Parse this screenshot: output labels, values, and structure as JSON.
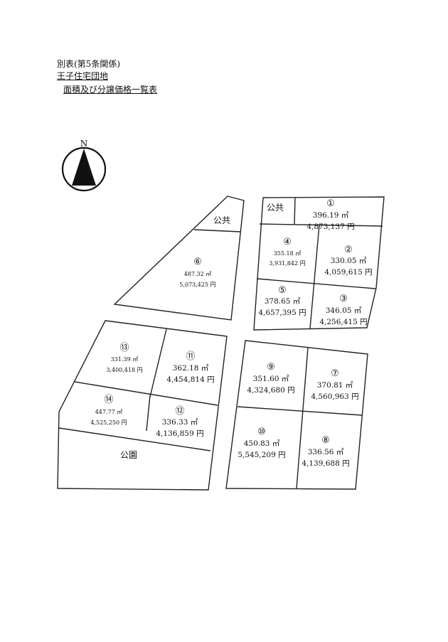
{
  "header": {
    "annex": "別表(第5条関係)",
    "estate_name": "王子住宅団地",
    "subtitle": "面積及び分譲価格一覧表"
  },
  "compass": {
    "label": "N"
  },
  "areas": {
    "public1": "公共",
    "public2": "公共",
    "park": "公園"
  },
  "lots": [
    {
      "no": "①",
      "area": "396.19 ㎡",
      "price": "4,873,137 円"
    },
    {
      "no": "②",
      "area": "330.05 ㎡",
      "price": "4,059,615 円"
    },
    {
      "no": "③",
      "area": "346.05 ㎡",
      "price": "4,256,415 円"
    },
    {
      "no": "④",
      "area": "355.18 ㎡",
      "price": "3,931,842 円"
    },
    {
      "no": "⑤",
      "area": "378.65 ㎡",
      "price": "4,657,395 円"
    },
    {
      "no": "⑥",
      "area": "487.32 ㎡",
      "price": "5,073,425 円"
    },
    {
      "no": "⑦",
      "area": "370.81 ㎡",
      "price": "4,560,963 円"
    },
    {
      "no": "⑧",
      "area": "336.56 ㎡",
      "price": "4,139,688 円"
    },
    {
      "no": "⑨",
      "area": "351.60 ㎡",
      "price": "4,324,680 円"
    },
    {
      "no": "⑩",
      "area": "450.83 ㎡",
      "price": "5,545,209 円"
    },
    {
      "no": "⑪",
      "area": "362.18 ㎡",
      "price": "4,454,814 円"
    },
    {
      "no": "⑫",
      "area": "336.33 ㎡",
      "price": "4,136,859 円"
    },
    {
      "no": "⑬",
      "area": "331.39 ㎡",
      "price": "3,400,418 円"
    },
    {
      "no": "⑭",
      "area": "447.77 ㎡",
      "price": "4,525,250 円"
    }
  ]
}
